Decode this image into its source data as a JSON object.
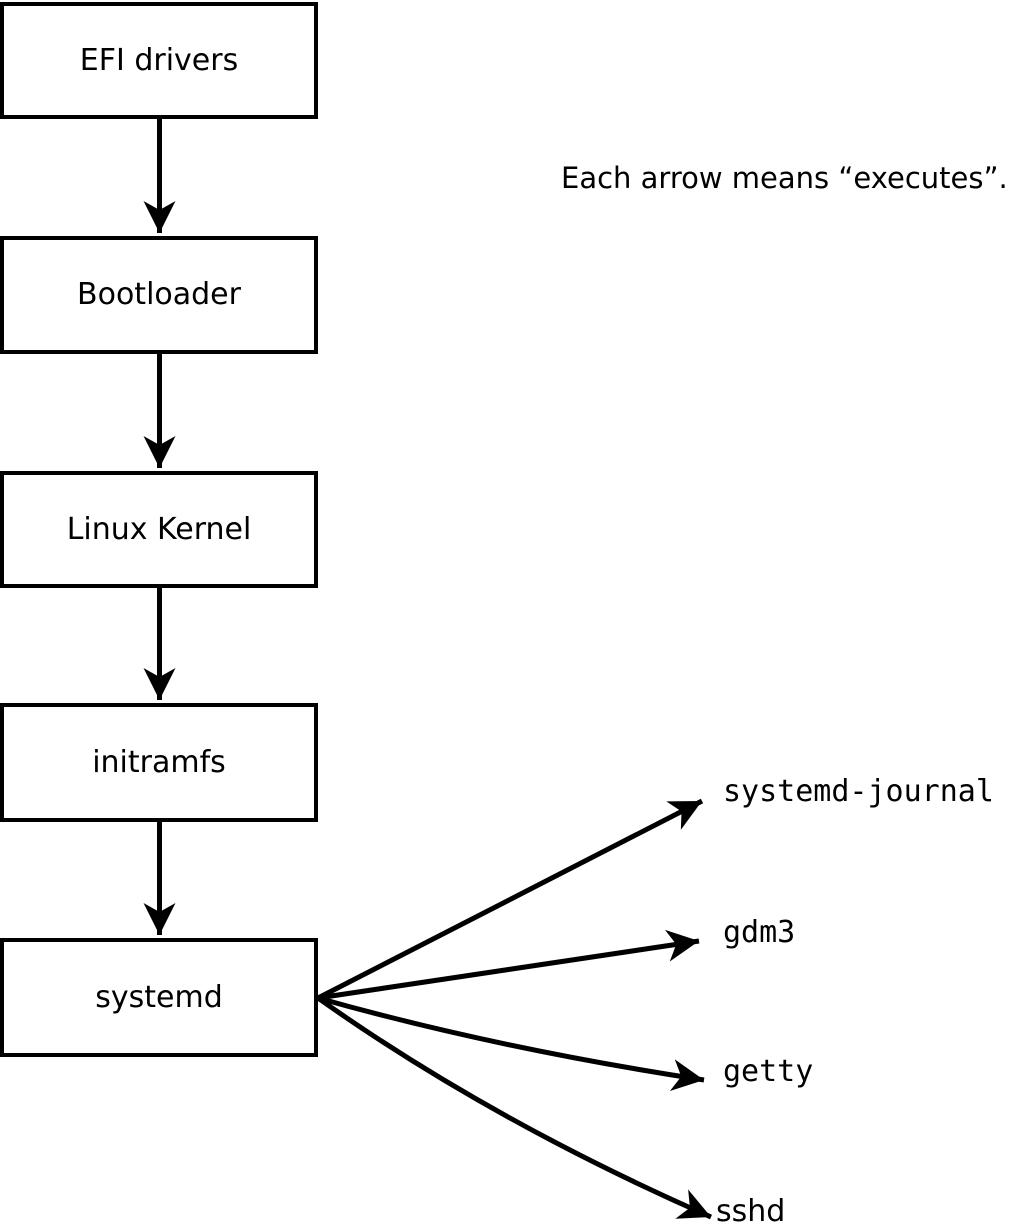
{
  "note": "Each arrow means “executes”.",
  "chain": [
    {
      "id": "efi-drivers",
      "label": "EFI drivers"
    },
    {
      "id": "bootloader",
      "label": "Bootloader"
    },
    {
      "id": "linux-kernel",
      "label": "Linux Kernel"
    },
    {
      "id": "initramfs",
      "label": "initramfs"
    },
    {
      "id": "systemd",
      "label": "systemd"
    }
  ],
  "spawned_processes": [
    {
      "id": "systemd-journal",
      "label": "systemd-journal"
    },
    {
      "id": "gdm3",
      "label": "gdm3"
    },
    {
      "id": "getty",
      "label": "getty"
    },
    {
      "id": "sshd",
      "label": "sshd"
    }
  ],
  "arrow_meaning": "executes",
  "colors": {
    "foreground": "#000000",
    "background": "#ffffff"
  }
}
